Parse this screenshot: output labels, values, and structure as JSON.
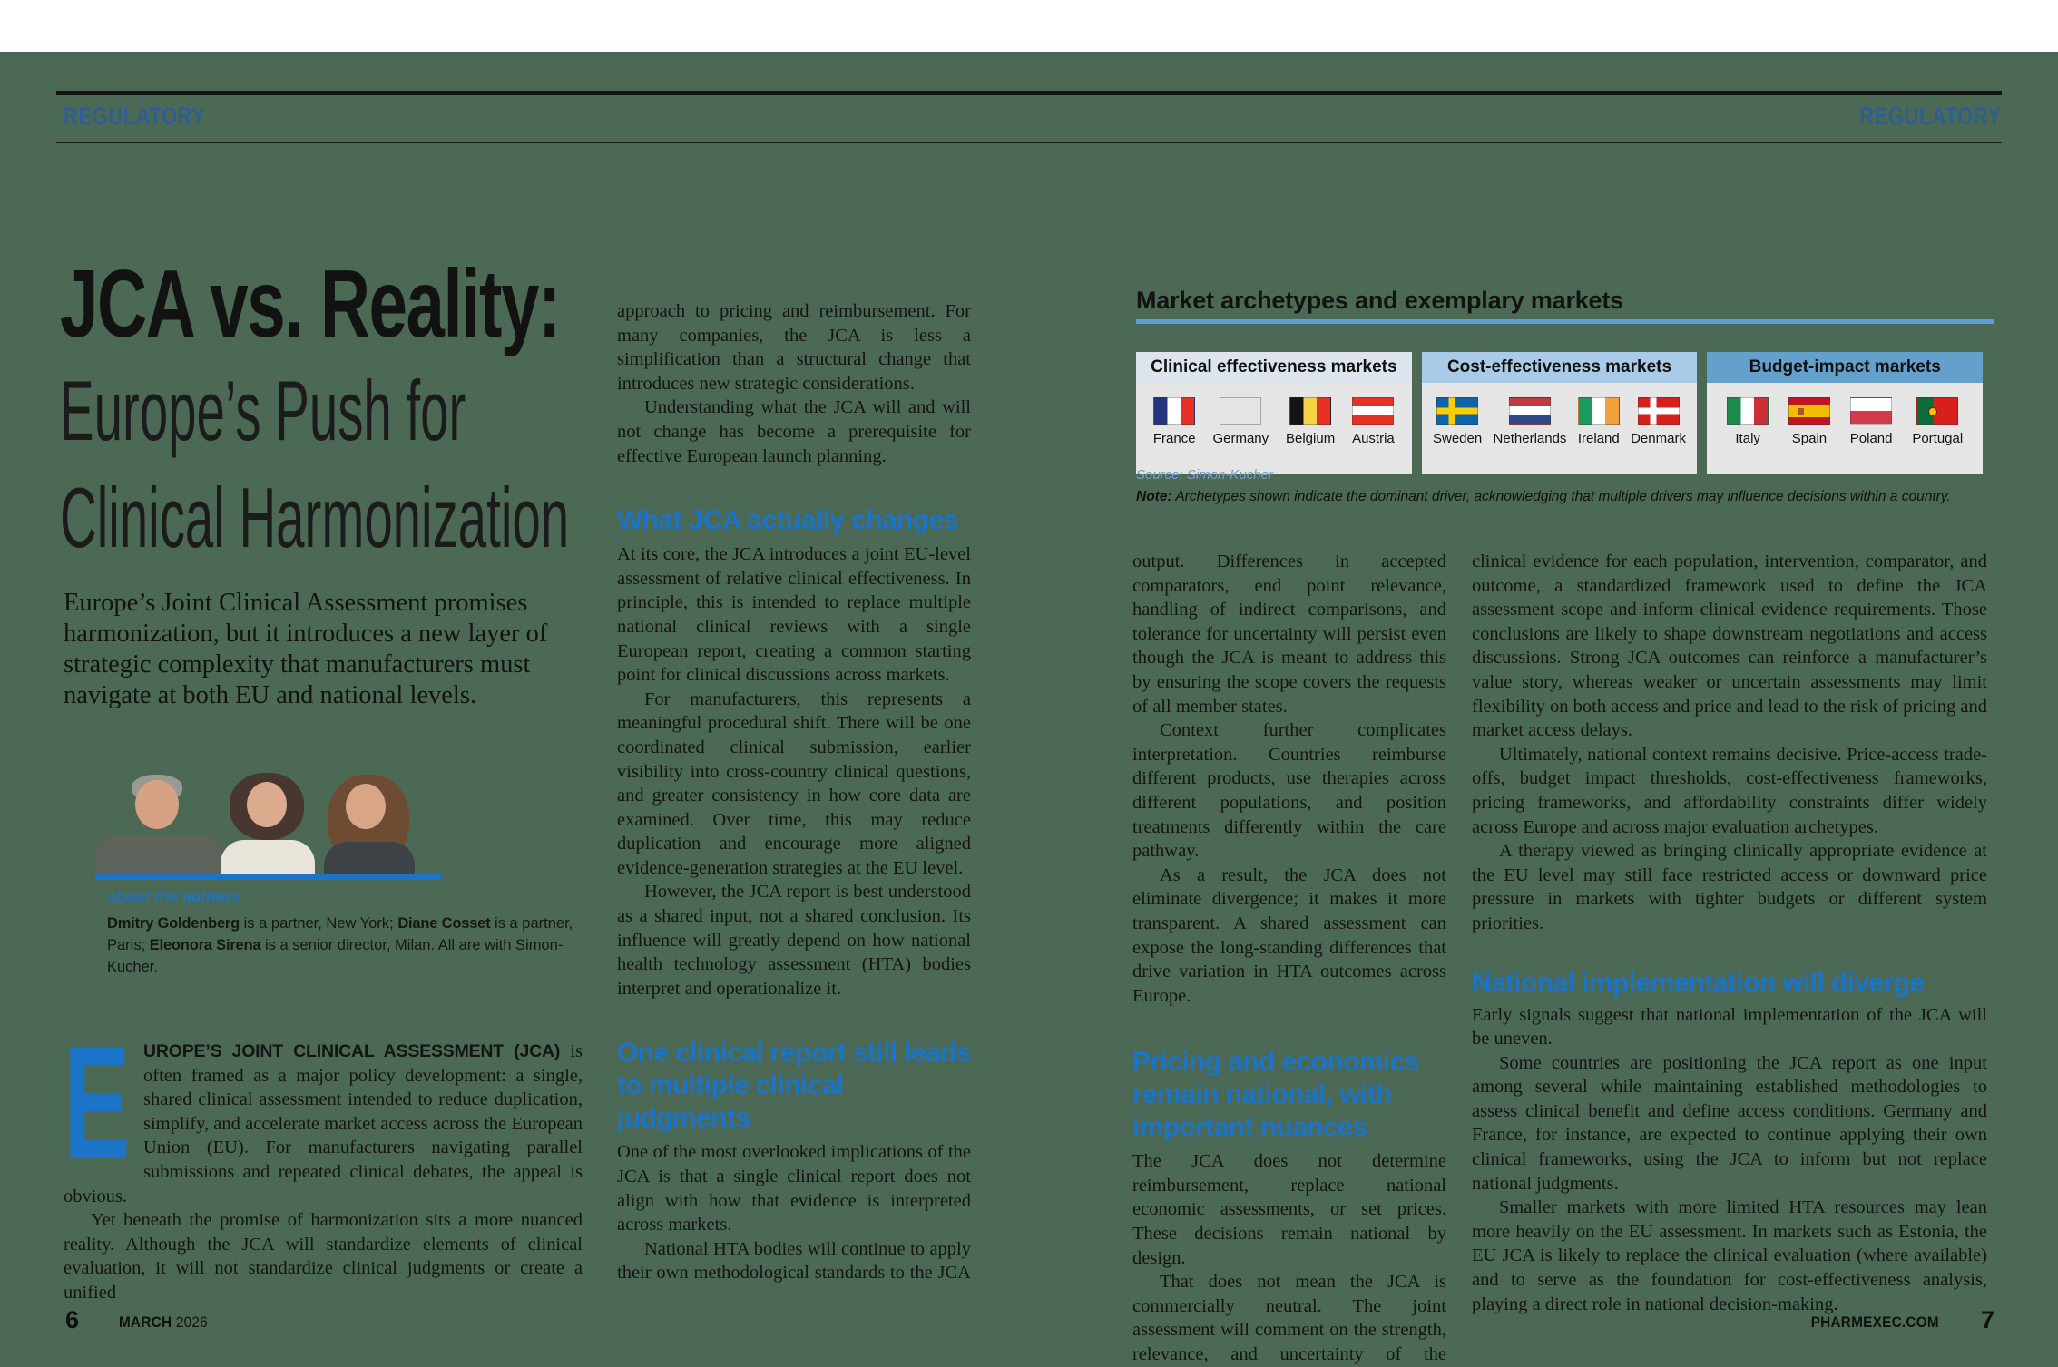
{
  "kicker": {
    "left": "REGULATORY",
    "right": "REGULATORY"
  },
  "left_page": {
    "title": "JCA vs. Reality:",
    "subtitle_line1": "Europe’s Push for",
    "subtitle_line2": "Clinical Harmonization",
    "standfirst": "Europe’s Joint Clinical Assessment promises harmonization, but it introduces a new layer of strategic complexity that manufacturers must navigate at both EU and national levels.",
    "about_label": "about the authors",
    "bio": {
      "name1": "Dmitry Goldenberg",
      "seg1": " is a partner, New York; ",
      "name2": "Diane Cosset",
      "seg2": " is a partner, Paris; ",
      "name3": "Eleonora Sirena",
      "seg3": " is a senior director, Milan. All are with Simon-Kucher."
    },
    "col1": {
      "dropcap": "E",
      "lead": "UROPE’S JOINT CLINICAL ASSESSMENT (JCA)",
      "p1_rest": " is often framed as a major policy development: a single, shared clinical assessment intended to reduce duplication, simplify, and accelerate market access across the European Union (EU). For manufacturers navigating parallel submissions and repeated clinical debates, the appeal is obvious.",
      "p2": "Yet beneath the promise of harmonization sits a more nuanced reality. Although the JCA will standardize elements of clinical evaluation, it will not standardize clinical judgments or create a unified"
    },
    "col2": {
      "p1": "approach to pricing and reimbursement. For many companies, the JCA is less a simplification than a structural change that introduces new strategic considerations.",
      "p2": "Understanding what the JCA will and will not change has become a prerequisite for effective European launch planning.",
      "h1": "What JCA actually changes",
      "p3": "At its core, the JCA introduces a joint EU-level assessment of relative clinical effectiveness. In principle, this is intended to replace multiple national clinical reviews with a single European report, creating a common starting point for clinical discussions across markets.",
      "p4": "For manufacturers, this represents a meaningful procedural shift. There will be one coordinated clinical submission, earlier visibility into cross-country clinical questions, and greater consistency in how core data are examined. Over time, this may reduce duplication and encourage more aligned evidence-generation strategies at the EU level.",
      "p5": "However, the JCA report is best understood as a shared input, not a shared conclusion. Its influence will greatly depend on how national health technology assessment (HTA) bodies interpret and operationalize it.",
      "h2": "One clinical report still leads to multiple clinical judgments",
      "p6": "One of the most overlooked implications of the JCA is that a single clinical report does not align with how that evidence is interpreted across markets.",
      "p7": "National HTA bodies will continue to apply their own methodological standards to the JCA"
    }
  },
  "chart_data": {
    "type": "table",
    "title": "Market archetypes and exemplary markets",
    "groups": [
      {
        "archetype": "Clinical effectiveness markets",
        "markets": [
          "France",
          "Germany",
          "Belgium",
          "Austria"
        ]
      },
      {
        "archetype": "Cost-effectiveness markets",
        "markets": [
          "Sweden",
          "Netherlands",
          "Ireland",
          "Denmark"
        ]
      },
      {
        "archetype": "Budget-impact markets",
        "markets": [
          "Italy",
          "Spain",
          "Poland",
          "Portugal"
        ]
      }
    ],
    "source": "Source: Simon-Kucher",
    "note_label": "Note:",
    "note_rest": " Archetypes shown indicate the dominant driver, acknowledging that multiple drivers may influence decisions within a country."
  },
  "right_page": {
    "col3": {
      "p1": "output. Differences in accepted comparators, end point relevance, handling of indirect comparisons, and tolerance for uncertainty will persist even though the JCA is meant to address this by ensuring the scope covers the requests of all member states.",
      "p2": "Context further complicates interpretation. Countries reimburse different products, use therapies across different populations, and position treatments differently within the care pathway.",
      "p3": "As a result, the JCA does not eliminate divergence; it makes it more transparent. A shared assessment can expose the long-standing differences that drive variation in HTA outcomes across Europe.",
      "h1": "Pricing and economics remain national, with important nuances",
      "p4": "The JCA does not determine reimbursement, replace national economic assessments, or set prices. These decisions remain national by design.",
      "p5": "That does not mean the JCA is commercially neutral. The joint assessment will comment on the strength, relevance, and uncertainty of the"
    },
    "col4": {
      "p1": "clinical evidence for each population, intervention, comparator, and outcome, a standardized framework used to define the JCA assessment scope and inform clinical evidence requirements. Those conclusions are likely to shape downstream negotiations and access discussions. Strong JCA outcomes can reinforce a manufacturer’s value story, whereas weaker or uncertain assessments may limit flexibility on both access and price and lead to the risk of pricing and market access delays.",
      "p2": "Ultimately, national context remains decisive. Price-access trade-offs, budget impact thresholds, cost-effectiveness frameworks, pricing frameworks, and affordability constraints differ widely across Europe and across major evaluation archetypes.",
      "p3": "A therapy viewed as bringing clinically appropriate evidence at the EU level may still face restricted access or downward price pressure in markets with tighter budgets or different system priorities.",
      "h1": "National implementation will diverge",
      "p4": "Early signals suggest that national implementation of the JCA will be uneven.",
      "p5": "Some countries are positioning the JCA report as one input among several while maintaining established methodologies to assess clinical benefit and define access conditions. Germany and France, for instance, are expected to continue applying their own clinical frameworks, using the JCA to inform but not replace national judgments.",
      "p6": "Smaller markets with more limited HTA resources may lean more heavily on the EU assessment. In markets such as Estonia, the EU JCA is likely to replace the clinical evaluation (where available) and to serve as the foundation for cost-effectiveness analysis, playing a direct role in national decision-making."
    }
  },
  "footer": {
    "left_page_number": "6",
    "left_month": "MARCH",
    "left_year": "2026",
    "right_site": "PHARMEXEC.COM",
    "right_page_number": "7"
  }
}
